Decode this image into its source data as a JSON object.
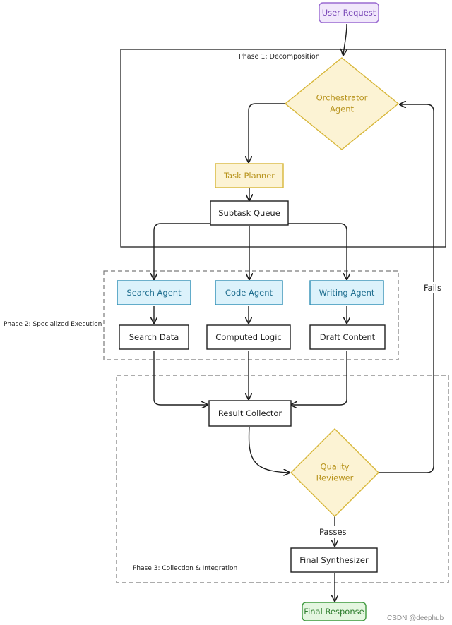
{
  "diagram": {
    "nodes": {
      "user_request": "User Request",
      "orchestrator_line1": "Orchestrator",
      "orchestrator_line2": "Agent",
      "task_planner": "Task Planner",
      "subtask_queue": "Subtask Queue",
      "search_agent": "Search Agent",
      "code_agent": "Code Agent",
      "writing_agent": "Writing Agent",
      "search_data": "Search Data",
      "computed_logic": "Computed Logic",
      "draft_content": "Draft Content",
      "result_collector": "Result Collector",
      "quality_line1": "Quality",
      "quality_line2": "Reviewer",
      "final_synthesizer": "Final Synthesizer",
      "final_response": "Final Response"
    },
    "phases": {
      "phase1": "Phase 1: Decomposition",
      "phase2": "Phase 2: Specialized Execution",
      "phase3": "Phase 3: Collection & Integration"
    },
    "edges": {
      "fails": "Fails",
      "passes": "Passes"
    },
    "watermark": "CSDN @deephub",
    "colors": {
      "purple_stroke": "#9a6bd1",
      "purple_fill": "#f1e8fb",
      "yellow_stroke": "#d8b73a",
      "yellow_fill": "#fcf3d4",
      "blue_stroke": "#2f8fb5",
      "blue_fill": "#dcf2fb",
      "green_stroke": "#3f9a3f",
      "green_fill": "#e4f6e0"
    }
  }
}
